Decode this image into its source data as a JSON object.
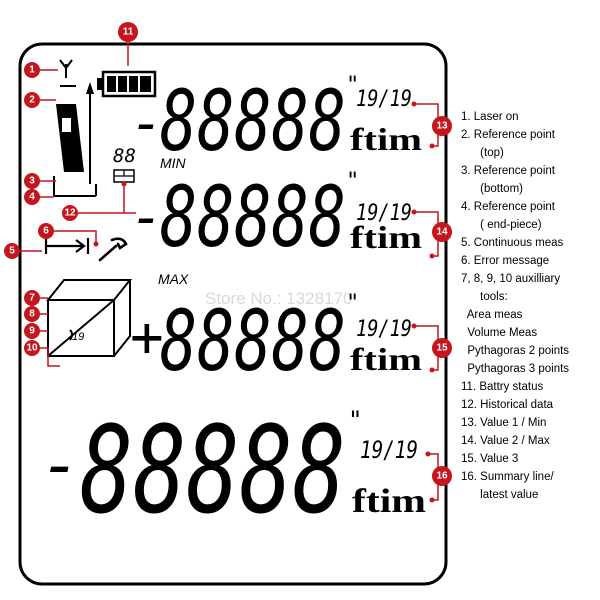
{
  "readouts": [
    {
      "id": "value-1",
      "sign": "-",
      "digits": "88888",
      "minute_mark": "\"",
      "fraction": "19/19",
      "units": "ftim",
      "callout": "13"
    },
    {
      "id": "value-2",
      "sign": "-",
      "digits": "88888",
      "minute_mark": "\"",
      "fraction": "19/19",
      "units": "ftim",
      "callout": "14"
    },
    {
      "id": "value-3",
      "sign": "+",
      "digits": "88888",
      "minute_mark": "\"",
      "fraction": "19/19",
      "units": "ftim",
      "callout": "15"
    },
    {
      "id": "summary",
      "sign": "-",
      "digits": "88888",
      "minute_mark": "\"",
      "fraction": "19/19",
      "units": "ftim",
      "callout": "16"
    }
  ],
  "row_labels": {
    "min": "MIN",
    "max": "MAX"
  },
  "historical_digits": "88",
  "aux_tool_number": "19",
  "callouts": [
    "1",
    "2",
    "3",
    "4",
    "5",
    "6",
    "7",
    "8",
    "9",
    "10",
    "11",
    "12",
    "13",
    "14",
    "15",
    "16"
  ],
  "legend": [
    "1. Laser on",
    "2. Reference point",
    "      (top)",
    "3. Reference point",
    "      (bottom)",
    "4. Reference point",
    "      ( end-piece)",
    "5. Continuous meas",
    "6. Error message",
    "7, 8, 9, 10 auxilliary",
    "      tools:",
    "  Area meas",
    "  Volume Meas",
    "  Pythagoras 2 points",
    "  Pythagoras 3 points",
    "11. Battry status",
    "12. Historical data",
    "13. Value 1 / Min",
    "14. Value 2 / Max",
    "15. Value 3",
    "16. Summary line/",
    "      latest value"
  ],
  "watermark": "Store No.: 1328170",
  "colors": {
    "callout": "#c4161c",
    "lcd_segment": "#000000",
    "watermark": "#d9d9d9"
  }
}
